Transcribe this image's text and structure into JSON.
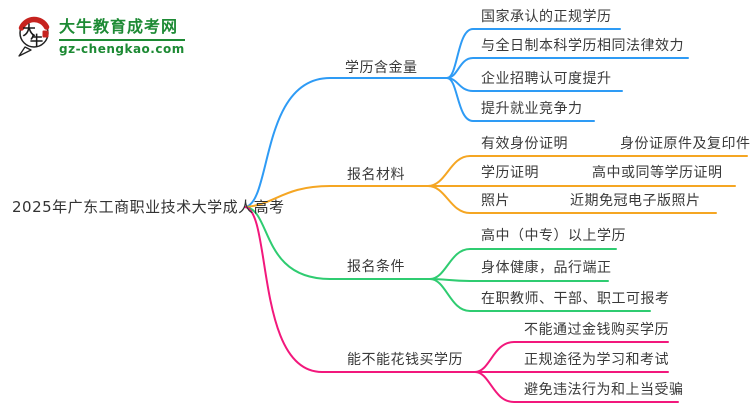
{
  "logo": {
    "icon_text": "大牛",
    "site_name": "大牛教育成考网",
    "site_domain": "gz-chengkao.com",
    "brand_green": "#1d8a34",
    "seal_red": "#c6231f"
  },
  "mindmap": {
    "root_label": "2025年广东工商职业技术大学成人高考",
    "text_color": "#3a3a3a",
    "branches": [
      {
        "label": "学历含金量",
        "color": "#2E9BF5",
        "children": [
          {
            "label": "国家承认的正规学历"
          },
          {
            "label": "与全日制本科学历相同法律效力"
          },
          {
            "label": "企业招聘认可度提升"
          },
          {
            "label": "提升就业竞争力"
          }
        ]
      },
      {
        "label": "报名材料",
        "color": "#F5A623",
        "children": [
          {
            "label": "有效身份证明",
            "detail": "身份证原件及复印件"
          },
          {
            "label": "学历证明",
            "detail": "高中或同等学历证明"
          },
          {
            "label": "照片",
            "detail": "近期免冠电子版照片"
          }
        ]
      },
      {
        "label": "报名条件",
        "color": "#2FCC71",
        "children": [
          {
            "label": "高中（中专）以上学历"
          },
          {
            "label": "身体健康，品行端正"
          },
          {
            "label": "在职教师、干部、职工可报考"
          }
        ]
      },
      {
        "label": "能不能花钱买学历",
        "color": "#F2187C",
        "children": [
          {
            "label": "不能通过金钱购买学历"
          },
          {
            "label": "正规途径为学习和考试"
          },
          {
            "label": "避免违法行为和上当受骗"
          }
        ]
      }
    ]
  }
}
